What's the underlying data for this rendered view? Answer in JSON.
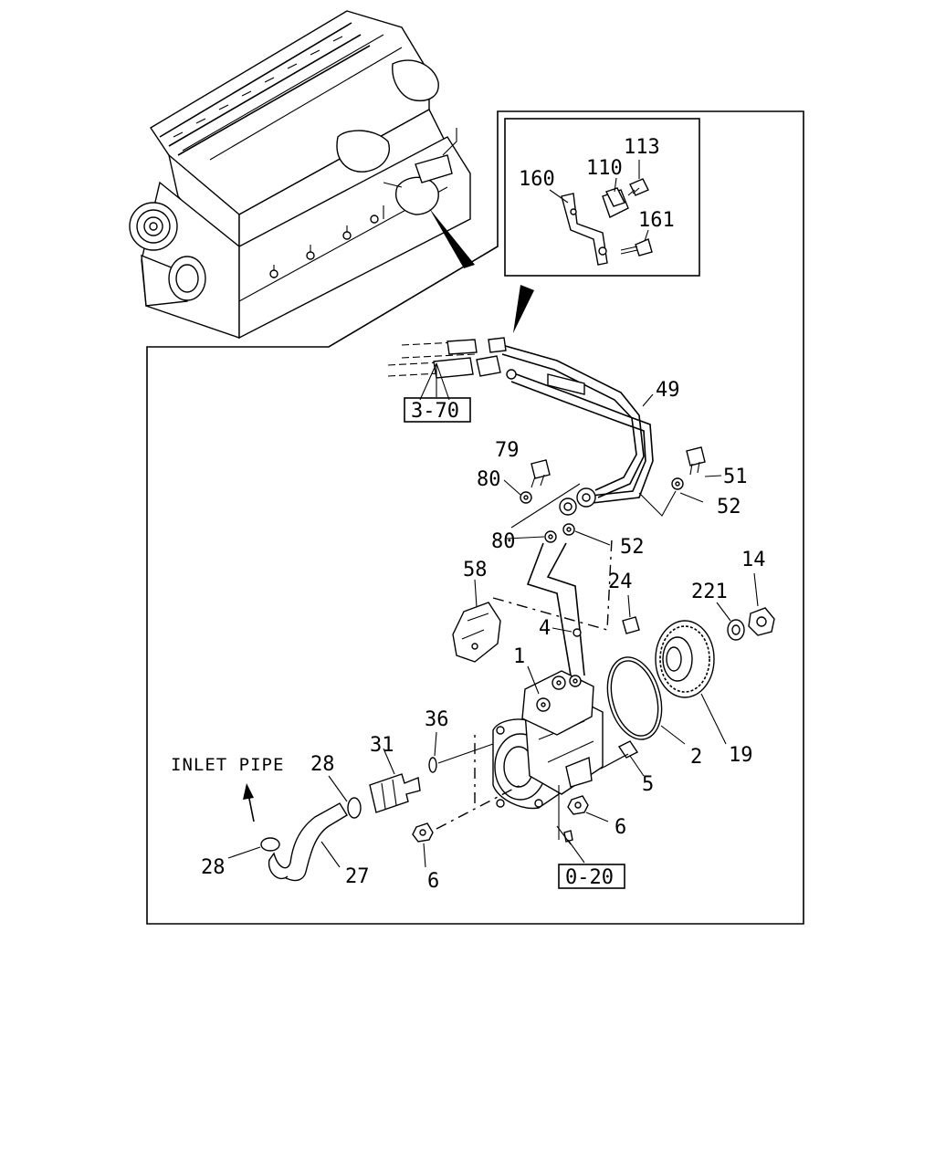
{
  "inlet_pipe_label": "INLET PIPE",
  "ref_boxes": [
    {
      "id": "ref-3-70",
      "text": "3-70"
    },
    {
      "id": "ref-0-20",
      "text": "0-20"
    }
  ],
  "callouts": [
    {
      "id": "113",
      "text": "113"
    },
    {
      "id": "110",
      "text": "110"
    },
    {
      "id": "160",
      "text": "160"
    },
    {
      "id": "161",
      "text": "161"
    },
    {
      "id": "49",
      "text": "49"
    },
    {
      "id": "79",
      "text": "79"
    },
    {
      "id": "80a",
      "text": "80"
    },
    {
      "id": "80b",
      "text": "80"
    },
    {
      "id": "51",
      "text": "51"
    },
    {
      "id": "52a",
      "text": "52"
    },
    {
      "id": "52b",
      "text": "52"
    },
    {
      "id": "58",
      "text": "58"
    },
    {
      "id": "24",
      "text": "24"
    },
    {
      "id": "14",
      "text": "14"
    },
    {
      "id": "221",
      "text": "221"
    },
    {
      "id": "4",
      "text": "4"
    },
    {
      "id": "1",
      "text": "1"
    },
    {
      "id": "36",
      "text": "36"
    },
    {
      "id": "31",
      "text": "31"
    },
    {
      "id": "28a",
      "text": "28"
    },
    {
      "id": "28b",
      "text": "28"
    },
    {
      "id": "27",
      "text": "27"
    },
    {
      "id": "2",
      "text": "2"
    },
    {
      "id": "19",
      "text": "19"
    },
    {
      "id": "5",
      "text": "5"
    },
    {
      "id": "6a",
      "text": "6"
    },
    {
      "id": "6b",
      "text": "6"
    }
  ]
}
